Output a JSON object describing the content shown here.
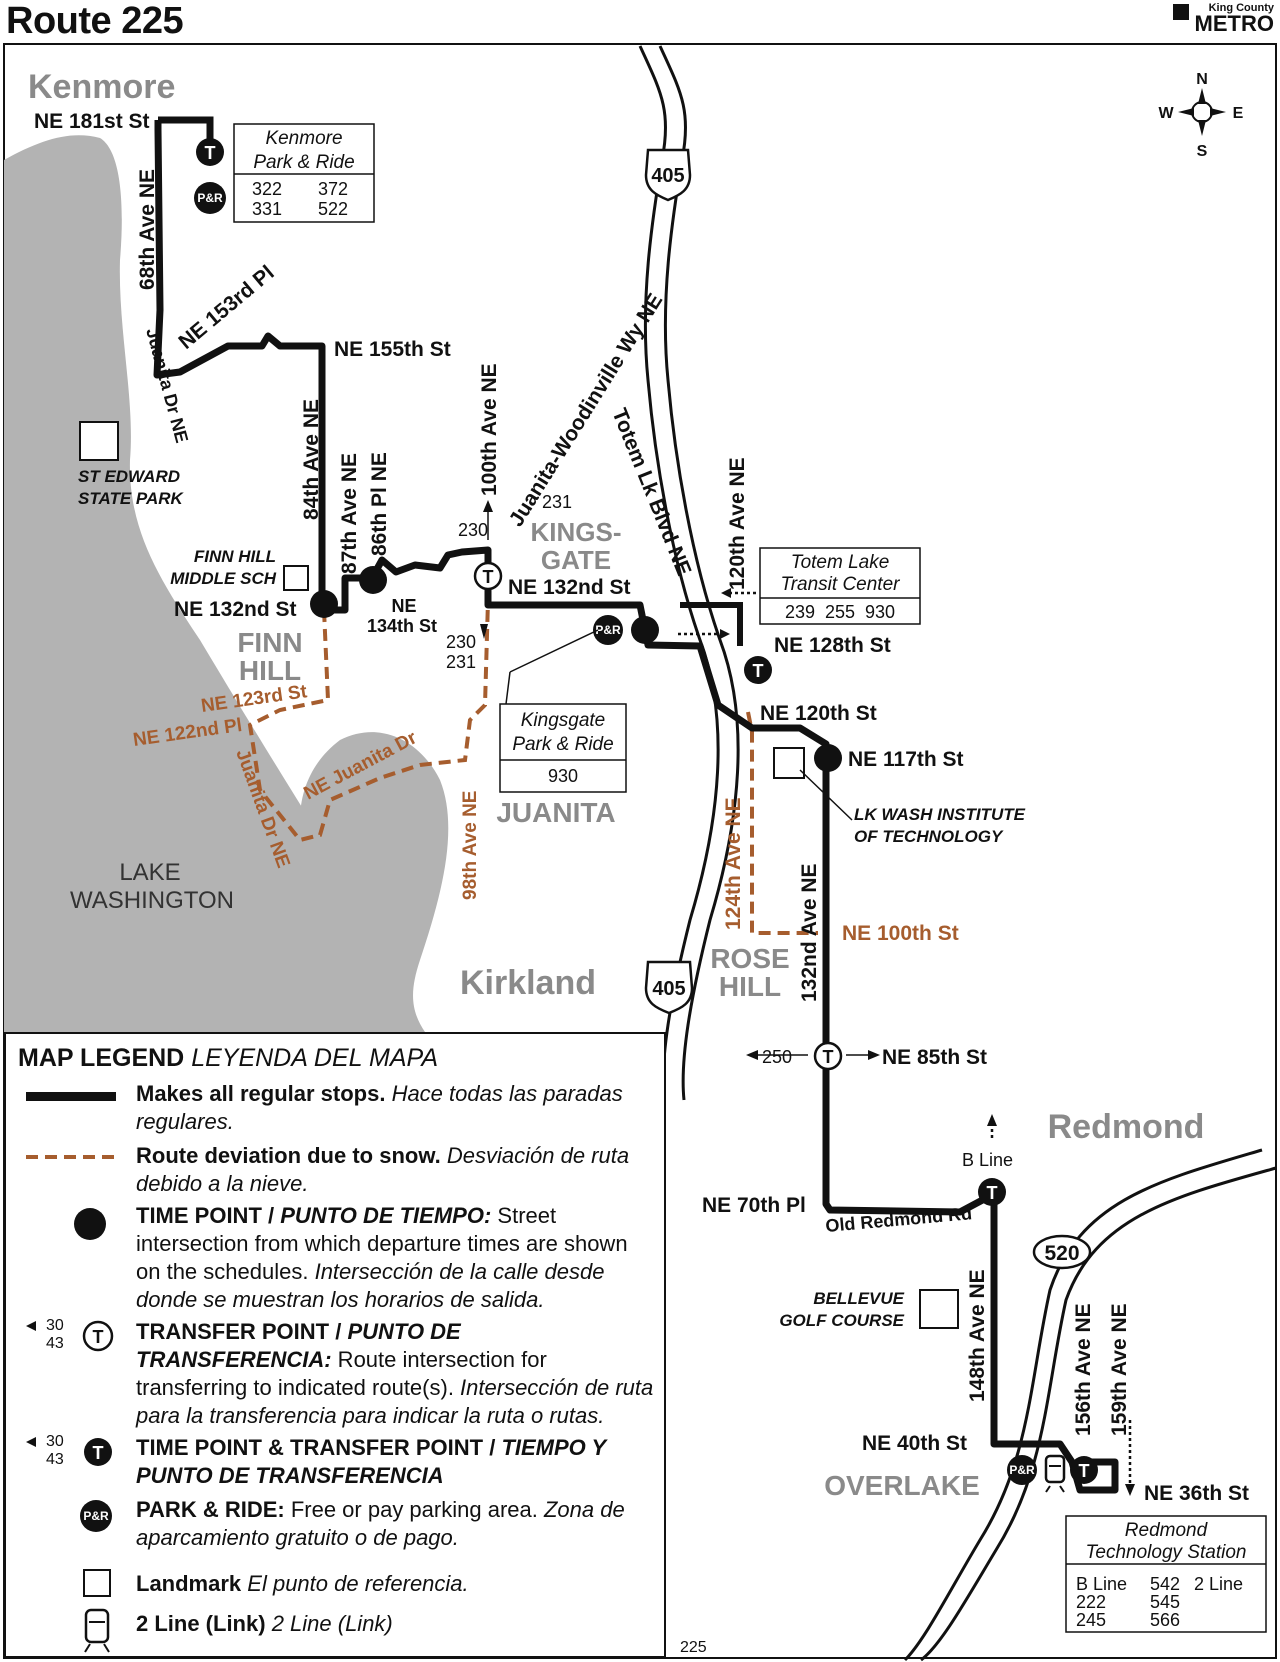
{
  "header": {
    "title": "Route 225",
    "brand_small": "King County",
    "brand_large": "METRO"
  },
  "compass": {
    "n": "N",
    "s": "S",
    "e": "E",
    "w": "W"
  },
  "places": {
    "kenmore": "Kenmore",
    "finn_hill": [
      "FINN",
      "HILL"
    ],
    "kingsgate": [
      "KINGS-",
      "GATE"
    ],
    "juanita": "JUANITA",
    "kirkland": "Kirkland",
    "rose_hill": [
      "ROSE",
      "HILL"
    ],
    "redmond": "Redmond",
    "overlake": "OVERLAKE",
    "lake": [
      "LAKE",
      "WASHINGTON"
    ]
  },
  "streets": {
    "ne_181st": "NE 181st St",
    "ave_68th": "68th Ave NE",
    "ne_153rd": "NE 153rd Pl",
    "juanita_dr": "Juanita Dr NE",
    "ne_155th": "NE 155th St",
    "ave_84th": "84th Ave NE",
    "ave_87th": "87th Ave NE",
    "pl_86th": "86th Pl NE",
    "ave_100th": "100th Ave NE",
    "juanita_woodinville": "Juanita-Woodinville Wy NE",
    "totem_lk": "Totem Lk Blvd NE",
    "ave_120th": "120th Ave NE",
    "ne_132nd_a": "NE 132nd St",
    "ne_132nd_b": "NE 132nd St",
    "ne_134th": [
      "NE",
      "134th St"
    ],
    "ne_128th": "NE 128th St",
    "ne_120th": "NE 120th St",
    "ne_117th": "NE 117th St",
    "ave_124th": "124th Ave NE",
    "ne_100th": "NE 100th St",
    "ave_132nd": "132nd Ave NE",
    "ne_85th": "NE 85th St",
    "ne_70th": "NE 70th Pl",
    "old_redmond": "Old Redmond Rd",
    "ave_148th": "148th Ave NE",
    "ne_40th": "NE 40th St",
    "ave_156th": "156th Ave NE",
    "ave_159th": "159th Ave NE",
    "ne_36th": "NE 36th St",
    "snow_123rd": "NE 123rd St",
    "snow_122nd": "NE 122nd Pl",
    "snow_juanita_dr": "Juanita Dr NE",
    "snow_ne_juanita": "NE Juanita Dr",
    "snow_98th": "98th Ave NE"
  },
  "highways": {
    "i405": "405",
    "sr520": "520"
  },
  "landmarks": {
    "st_edward": [
      "ST EDWARD",
      "STATE PARK"
    ],
    "finn_hill_ms": [
      "FINN HILL",
      "MIDDLE SCH"
    ],
    "lwit": [
      "LK WASH INSTITUTE",
      "OF TECHNOLOGY"
    ],
    "bellevue_golf": [
      "BELLEVUE",
      "GOLF COURSE"
    ]
  },
  "transfer_routes": {
    "kingsgate_up_1": "230",
    "kingsgate_up_2": "231",
    "kingsgate_down": [
      "230",
      "231"
    ],
    "ne85th_left": "250",
    "b_line": "B Line"
  },
  "boxes": {
    "kenmore_pr": {
      "title": [
        "Kenmore",
        "Park & Ride"
      ],
      "routes": [
        "322",
        "372",
        "331",
        "522"
      ]
    },
    "totem_lake": {
      "title": [
        "Totem Lake",
        "Transit Center"
      ],
      "routes": "239  255  930"
    },
    "kingsgate_pr": {
      "title": [
        "Kingsgate",
        "Park & Ride"
      ],
      "routes": "930"
    },
    "redmond_tech": {
      "title": [
        "Redmond",
        "Technology Station"
      ],
      "routes": [
        "B Line",
        "542",
        "2 Line",
        "222",
        "545",
        "245",
        "566"
      ]
    }
  },
  "symbols": {
    "transfer": "T",
    "park_ride": "P&R"
  },
  "legend": {
    "title": "MAP LEGEND",
    "title_es": "LEYENDA DEL MAPA",
    "regular_b": "Makes all regular stops.",
    "regular_i": "Hace todas las paradas regulares.",
    "snow_b": "Route deviation due to snow.",
    "snow_i": "Desviación de ruta debido a la nieve.",
    "tp_b": "TIME POINT / ",
    "tp_bi": "PUNTO DE TIEMPO:",
    "tp_t": " Street intersection from which departure times are shown on the schedules.",
    "tp_i": " Intersección de la calle desde donde se muestran los horarios de salida.",
    "xfer_b": "TRANSFER POINT / ",
    "xfer_bi": "PUNTO DE TRANSFERENCIA:",
    "xfer_t": " Route intersection for transferring to indicated route(s).",
    "xfer_i": " Intersección de ruta para la transferencia para indicar la ruta o rutas.",
    "tpx_b": "TIME POINT & TRANSFER POINT / ",
    "tpx_bi": "TIEMPO Y PUNTO DE TRANSFERENCIA",
    "pr_b": "PARK & RIDE:",
    "pr_t": " Free or pay parking area.",
    "pr_i": " Zona de aparcamiento gratuito o de pago.",
    "lm_b": "Landmark",
    "lm_i": " El punto de referencia.",
    "link_b": "2 Line (Link)",
    "link_i": " 2 Line (Link)",
    "sample_routes": [
      "30",
      "43"
    ]
  },
  "footer": {
    "page_number": "225"
  },
  "colors": {
    "route": "#111111",
    "snow": "#a65d2e",
    "water": "#b3b3b3",
    "place": "#8a8a8a"
  }
}
